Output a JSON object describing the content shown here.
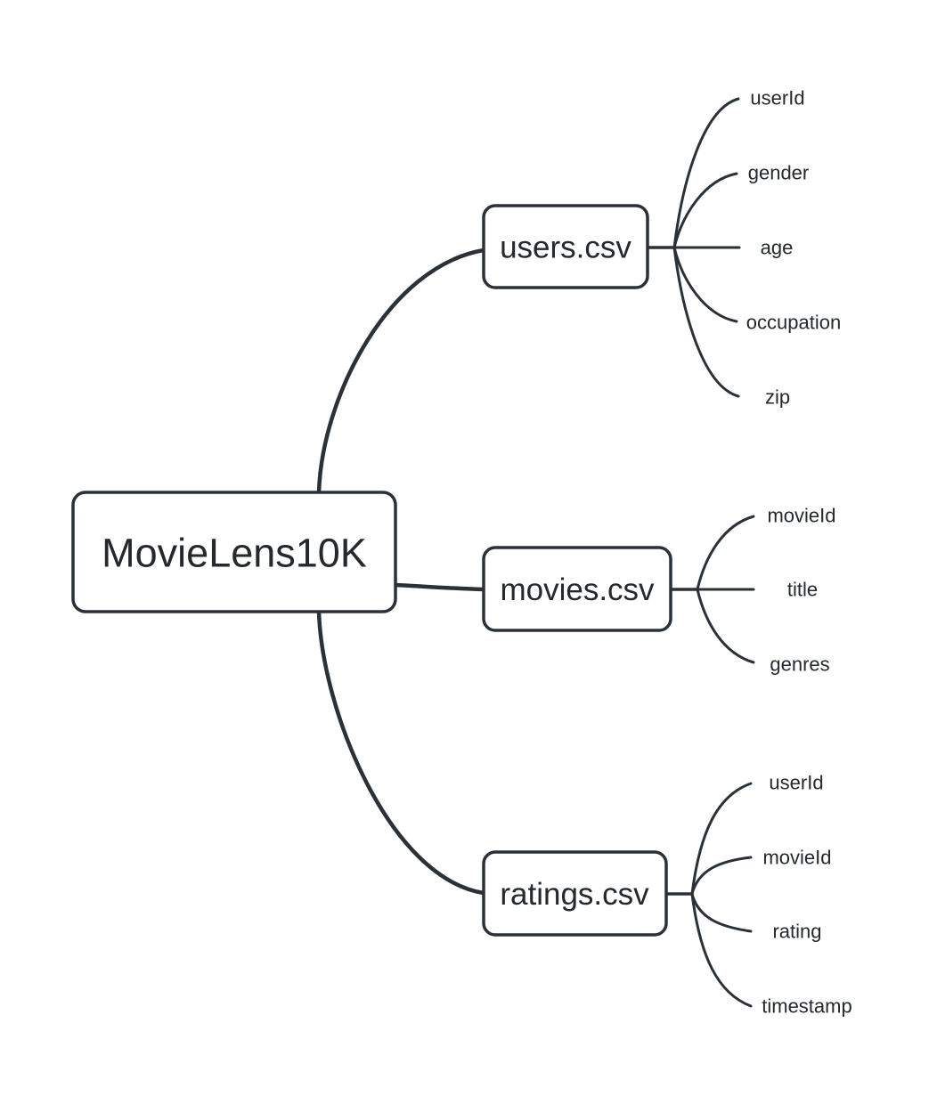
{
  "diagram": {
    "type": "mindmap",
    "root": {
      "label": "MovieLens10K"
    },
    "files": [
      {
        "name": "users.csv",
        "columns": [
          "userId",
          "gender",
          "age",
          "occupation",
          "zip"
        ]
      },
      {
        "name": "movies.csv",
        "columns": [
          "movieId",
          "title",
          "genres"
        ]
      },
      {
        "name": "ratings.csv",
        "columns": [
          "userId",
          "movieId",
          "rating",
          "timestamp"
        ]
      }
    ],
    "colors": {
      "line": "#2a3138",
      "text": "#24292e",
      "node_fill": "#ffffff",
      "background": "#ffffff"
    }
  }
}
